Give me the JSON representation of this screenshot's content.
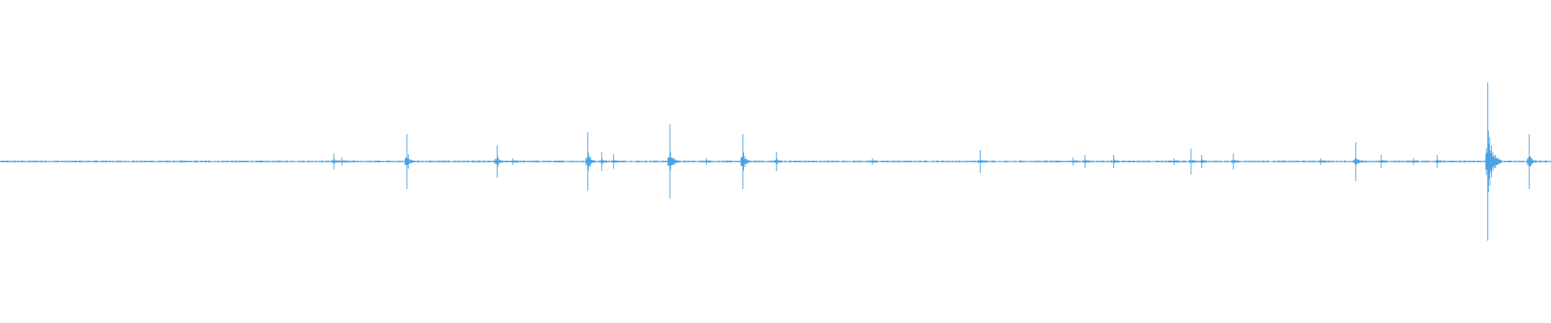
{
  "waveform": {
    "color": "#4ba3e3",
    "baseline_amplitude": 0.004,
    "bursts": [
      {
        "t": 0.2152,
        "amp": 0.05
      },
      {
        "t": 0.2204,
        "amp": 0.025
      },
      {
        "t": 0.2624,
        "amp": 0.17
      },
      {
        "t": 0.3205,
        "amp": 0.1
      },
      {
        "t": 0.3306,
        "amp": 0.02
      },
      {
        "t": 0.379,
        "amp": 0.18
      },
      {
        "t": 0.3879,
        "amp": 0.06
      },
      {
        "t": 0.3956,
        "amp": 0.045
      },
      {
        "t": 0.4319,
        "amp": 0.23
      },
      {
        "t": 0.4554,
        "amp": 0.02
      },
      {
        "t": 0.479,
        "amp": 0.17
      },
      {
        "t": 0.5006,
        "amp": 0.06
      },
      {
        "t": 0.5625,
        "amp": 0.02
      },
      {
        "t": 0.632,
        "amp": 0.07
      },
      {
        "t": 0.6918,
        "amp": 0.025
      },
      {
        "t": 0.6995,
        "amp": 0.04
      },
      {
        "t": 0.718,
        "amp": 0.04
      },
      {
        "t": 0.757,
        "amp": 0.02
      },
      {
        "t": 0.7678,
        "amp": 0.08
      },
      {
        "t": 0.7748,
        "amp": 0.04
      },
      {
        "t": 0.7952,
        "amp": 0.05
      },
      {
        "t": 0.8515,
        "amp": 0.02
      },
      {
        "t": 0.8741,
        "amp": 0.12
      },
      {
        "t": 0.8905,
        "amp": 0.04
      },
      {
        "t": 0.9113,
        "amp": 0.02
      },
      {
        "t": 0.9266,
        "amp": 0.04
      },
      {
        "t": 0.9592,
        "amp": 0.49
      },
      {
        "t": 0.986,
        "amp": 0.17
      }
    ]
  }
}
